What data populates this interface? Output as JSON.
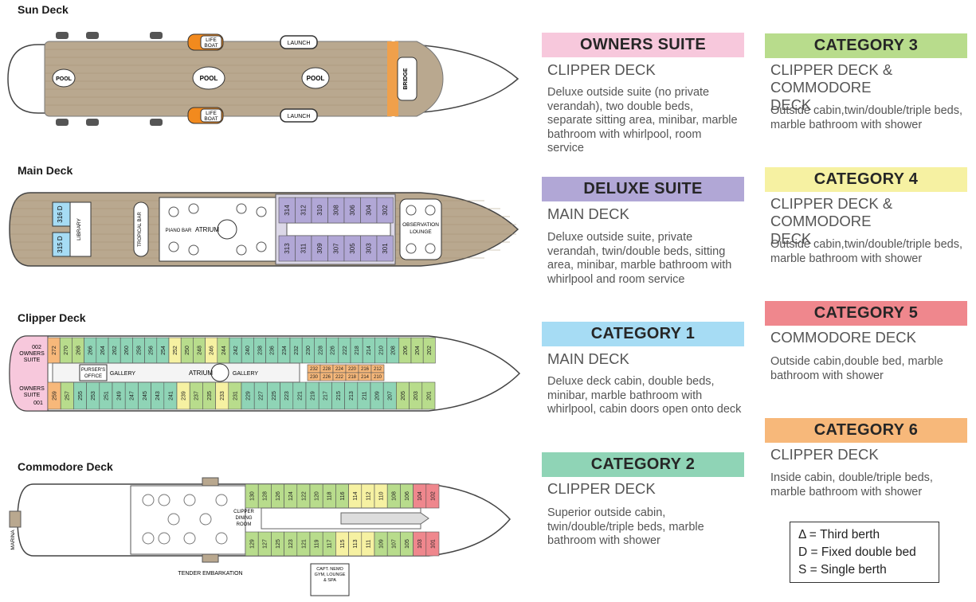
{
  "decks": {
    "sun": {
      "title": "Sun Deck",
      "labels": {
        "pool_small": "POOL",
        "pool_mid": "POOL",
        "pool_right": "POOL",
        "lifeboat_top_1": "LIFE",
        "lifeboat_top_2": "BOAT",
        "lifeboat_bot_1": "LIFE",
        "lifeboat_bot_2": "BOAT",
        "launch_top": "LAUNCH",
        "launch_bot": "LAUNCH",
        "bridge": "BRIDGE"
      }
    },
    "main": {
      "title": "Main Deck",
      "labels": {
        "cabin_316": "316 D",
        "cabin_315": "315 D",
        "library": "LIBRARY",
        "tropical_bar": "TROPICAL BAR",
        "piano_bar": "PIANO BAR",
        "atrium": "ATRIUM",
        "observation_1": "OBSERVATION",
        "observation_2": "LOUNGE"
      },
      "cabins_top": [
        "314",
        "312",
        "310",
        "308",
        "306",
        "304",
        "302"
      ],
      "cabins_bottom": [
        "313",
        "311",
        "309",
        "307",
        "305",
        "303",
        "301"
      ]
    },
    "clipper": {
      "title": "Clipper Deck",
      "labels": {
        "owners_top_no": "002",
        "owners_top_1": "OWNERS",
        "owners_top_2": "SUITE",
        "owners_bot_1": "OWNERS",
        "owners_bot_2": "SUITE",
        "owners_bot_no": "001",
        "pursers_1": "PURSER'S",
        "pursers_2": "OFFICE",
        "gallery_1": "GALLERY",
        "atrium": "ATRIUM",
        "gallery_2": "GALLERY"
      },
      "cabins_top": [
        {
          "no": "272",
          "cat": "cat6"
        },
        {
          "no": "270",
          "cat": "cat3"
        },
        {
          "no": "268",
          "cat": "cat3"
        },
        {
          "no": "266",
          "cat": "cat2"
        },
        {
          "no": "264",
          "cat": "cat2"
        },
        {
          "no": "262",
          "cat": "cat2"
        },
        {
          "no": "260",
          "cat": "cat2"
        },
        {
          "no": "258",
          "cat": "cat2"
        },
        {
          "no": "256",
          "cat": "cat2"
        },
        {
          "no": "254",
          "cat": "cat2"
        },
        {
          "no": "252",
          "cat": "cat4"
        },
        {
          "no": "250",
          "cat": "cat3"
        },
        {
          "no": "248",
          "cat": "cat3"
        },
        {
          "no": "246",
          "cat": "cat4"
        },
        {
          "no": "244",
          "cat": "cat3"
        },
        {
          "no": "242",
          "cat": "cat2"
        },
        {
          "no": "240",
          "cat": "cat2"
        },
        {
          "no": "238",
          "cat": "cat2"
        },
        {
          "no": "236",
          "cat": "cat2"
        },
        {
          "no": "234",
          "cat": "cat2"
        },
        {
          "no": "232",
          "cat": "cat2"
        },
        {
          "no": "230",
          "cat": "cat2"
        },
        {
          "no": "228",
          "cat": "cat2"
        },
        {
          "no": "226",
          "cat": "cat2"
        },
        {
          "no": "222",
          "cat": "cat2"
        },
        {
          "no": "218",
          "cat": "cat2"
        },
        {
          "no": "214",
          "cat": "cat2"
        },
        {
          "no": "210",
          "cat": "cat2"
        },
        {
          "no": "208",
          "cat": "cat2"
        },
        {
          "no": "206",
          "cat": "cat3"
        },
        {
          "no": "204",
          "cat": "cat3"
        },
        {
          "no": "202",
          "cat": "cat3"
        }
      ],
      "cabins_bottom": [
        {
          "no": "259",
          "cat": "cat6"
        },
        {
          "no": "257",
          "cat": "cat3"
        },
        {
          "no": "255",
          "cat": "cat2"
        },
        {
          "no": "253",
          "cat": "cat2"
        },
        {
          "no": "251",
          "cat": "cat2"
        },
        {
          "no": "249",
          "cat": "cat2"
        },
        {
          "no": "247",
          "cat": "cat2"
        },
        {
          "no": "245",
          "cat": "cat2"
        },
        {
          "no": "243",
          "cat": "cat2"
        },
        {
          "no": "241",
          "cat": "cat2"
        },
        {
          "no": "239",
          "cat": "cat4"
        },
        {
          "no": "237",
          "cat": "cat3"
        },
        {
          "no": "235",
          "cat": "cat3"
        },
        {
          "no": "233",
          "cat": "cat4"
        },
        {
          "no": "231",
          "cat": "cat3"
        },
        {
          "no": "229",
          "cat": "cat2"
        },
        {
          "no": "227",
          "cat": "cat2"
        },
        {
          "no": "225",
          "cat": "cat2"
        },
        {
          "no": "223",
          "cat": "cat2"
        },
        {
          "no": "221",
          "cat": "cat2"
        },
        {
          "no": "219",
          "cat": "cat2"
        },
        {
          "no": "217",
          "cat": "cat2"
        },
        {
          "no": "215",
          "cat": "cat2"
        },
        {
          "no": "213",
          "cat": "cat2"
        },
        {
          "no": "211",
          "cat": "cat2"
        },
        {
          "no": "209",
          "cat": "cat2"
        },
        {
          "no": "207",
          "cat": "cat2"
        },
        {
          "no": "205",
          "cat": "cat3"
        },
        {
          "no": "203",
          "cat": "cat3"
        },
        {
          "no": "201",
          "cat": "cat3"
        }
      ],
      "inside_top": [
        "232",
        "228",
        "224",
        "220",
        "216",
        "212"
      ],
      "inside_bottom": [
        "230",
        "226",
        "222",
        "218",
        "214",
        "210"
      ]
    },
    "commodore": {
      "title": "Commodore Deck",
      "labels": {
        "marina": "MARINA",
        "dining_1": "CLIPPER",
        "dining_2": "DINING",
        "dining_3": "ROOM",
        "tender": "TENDER EMBARKATION",
        "capt_1": "CAPT. NEMO",
        "capt_2": "GYM, LOUNGE",
        "capt_3": "& SPA"
      },
      "cabins_top": [
        {
          "no": "130",
          "cat": "cat3"
        },
        {
          "no": "128",
          "cat": "cat3"
        },
        {
          "no": "126",
          "cat": "cat3"
        },
        {
          "no": "124",
          "cat": "cat3"
        },
        {
          "no": "122",
          "cat": "cat3"
        },
        {
          "no": "120",
          "cat": "cat3"
        },
        {
          "no": "118",
          "cat": "cat3"
        },
        {
          "no": "116",
          "cat": "cat3"
        },
        {
          "no": "114",
          "cat": "cat4"
        },
        {
          "no": "112",
          "cat": "cat4"
        },
        {
          "no": "110",
          "cat": "cat4"
        },
        {
          "no": "108",
          "cat": "cat3"
        },
        {
          "no": "106",
          "cat": "cat3"
        },
        {
          "no": "104",
          "cat": "cat5"
        },
        {
          "no": "102",
          "cat": "cat5"
        }
      ],
      "cabins_bottom": [
        {
          "no": "129",
          "cat": "cat3"
        },
        {
          "no": "127",
          "cat": "cat3"
        },
        {
          "no": "125",
          "cat": "cat3"
        },
        {
          "no": "123",
          "cat": "cat3"
        },
        {
          "no": "121",
          "cat": "cat3"
        },
        {
          "no": "119",
          "cat": "cat3"
        },
        {
          "no": "117",
          "cat": "cat3"
        },
        {
          "no": "115",
          "cat": "cat4"
        },
        {
          "no": "113",
          "cat": "cat4"
        },
        {
          "no": "111",
          "cat": "cat4"
        },
        {
          "no": "109",
          "cat": "cat3"
        },
        {
          "no": "107",
          "cat": "cat3"
        },
        {
          "no": "105",
          "cat": "cat3"
        },
        {
          "no": "103",
          "cat": "cat5"
        },
        {
          "no": "101",
          "cat": "cat5"
        }
      ]
    }
  },
  "colors": {
    "owners": "#f7c8dc",
    "deluxe": "#b1a7d6",
    "cat1": "#a6dcf4",
    "cat2": "#8fd4b6",
    "cat3": "#b8dc8c",
    "cat4": "#f6f1a2",
    "cat5": "#ef878d",
    "cat6": "#f7b87a",
    "deck_wood": "#b9a88f",
    "hull": "#ffffff",
    "hull_stroke": "#444444"
  },
  "categories": [
    {
      "title": "OWNERS SUITE",
      "deck": "CLIPPER DECK",
      "desc": "Deluxe outside suite (no private verandah), two double beds, separate sitting area, minibar, marble bathroom with whirlpool, room service"
    },
    {
      "title": "DELUXE SUITE",
      "deck": "MAIN DECK",
      "desc": "Deluxe outside suite, private verandah, twin/double beds, sitting area, minibar, marble bathroom with whirlpool and room service"
    },
    {
      "title": "CATEGORY 1",
      "deck": "MAIN DECK",
      "desc": "Deluxe deck cabin, double beds, minibar, marble bathroom with whirlpool, cabin doors open onto deck"
    },
    {
      "title": "CATEGORY 2",
      "deck": "CLIPPER DECK",
      "desc": "Superior outside cabin, twin/double/triple beds, marble bathroom with shower"
    },
    {
      "title": "CATEGORY 3",
      "deck": "CLIPPER DECK & COMMODORE DECK",
      "desc": "Outside cabin,twin/double/triple beds, marble bathroom with shower"
    },
    {
      "title": "CATEGORY 4",
      "deck": "CLIPPER DECK & COMMODORE DECK",
      "desc": "Outside cabin,twin/double/triple beds, marble bathroom with shower"
    },
    {
      "title": "CATEGORY 5",
      "deck": "COMMODORE DECK",
      "desc": "Outside cabin,double bed, marble bathroom with shower"
    },
    {
      "title": "CATEGORY 6",
      "deck": "CLIPPER DECK",
      "desc": "Inside cabin, double/triple beds, marble bathroom with shower"
    }
  ],
  "legend": {
    "third_berth": "Δ = Third berth",
    "fixed_double": "D = Fixed double bed",
    "single_berth": "S = Single berth"
  }
}
